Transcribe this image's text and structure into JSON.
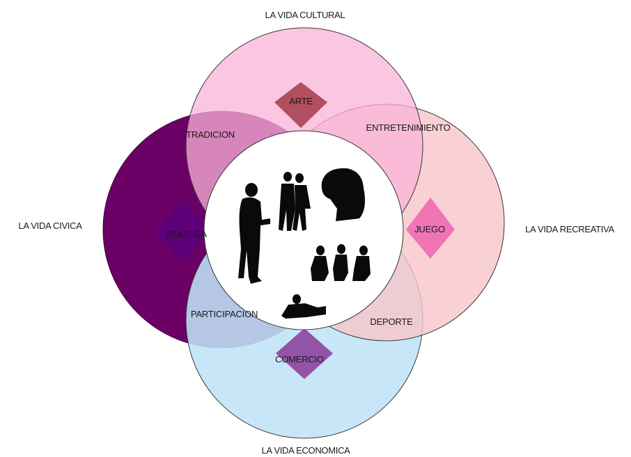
{
  "outer_labels": {
    "cultural": "LA VIDA CULTURAL",
    "civica": "LA VIDA CIVICA",
    "recreativa": "LA VIDA RECREATIVA",
    "economica": "LA VIDA ECONOMICA"
  },
  "inner_labels": {
    "arte": "ARTE",
    "tradicion": "TRADICION",
    "entretenimiento": "ENTRETENIMIENTO",
    "politica": "POLITICA",
    "juego": "JUEGO",
    "participacion": "PARTICIPACION",
    "deporte": "DEPORTE",
    "comercio": "COMERCIO"
  },
  "colors": {
    "cultural": "#f9b3d8",
    "civica": "#6b0066",
    "recreativa": "#f7c6cb",
    "economica": "#bfe3f7",
    "arte_diamond": "#a33a4a",
    "politica_diamond": "#5a007a",
    "juego_diamond": "#f06ab0",
    "comercio_diamond": "#8a3a9a",
    "center": "#ffffff"
  }
}
